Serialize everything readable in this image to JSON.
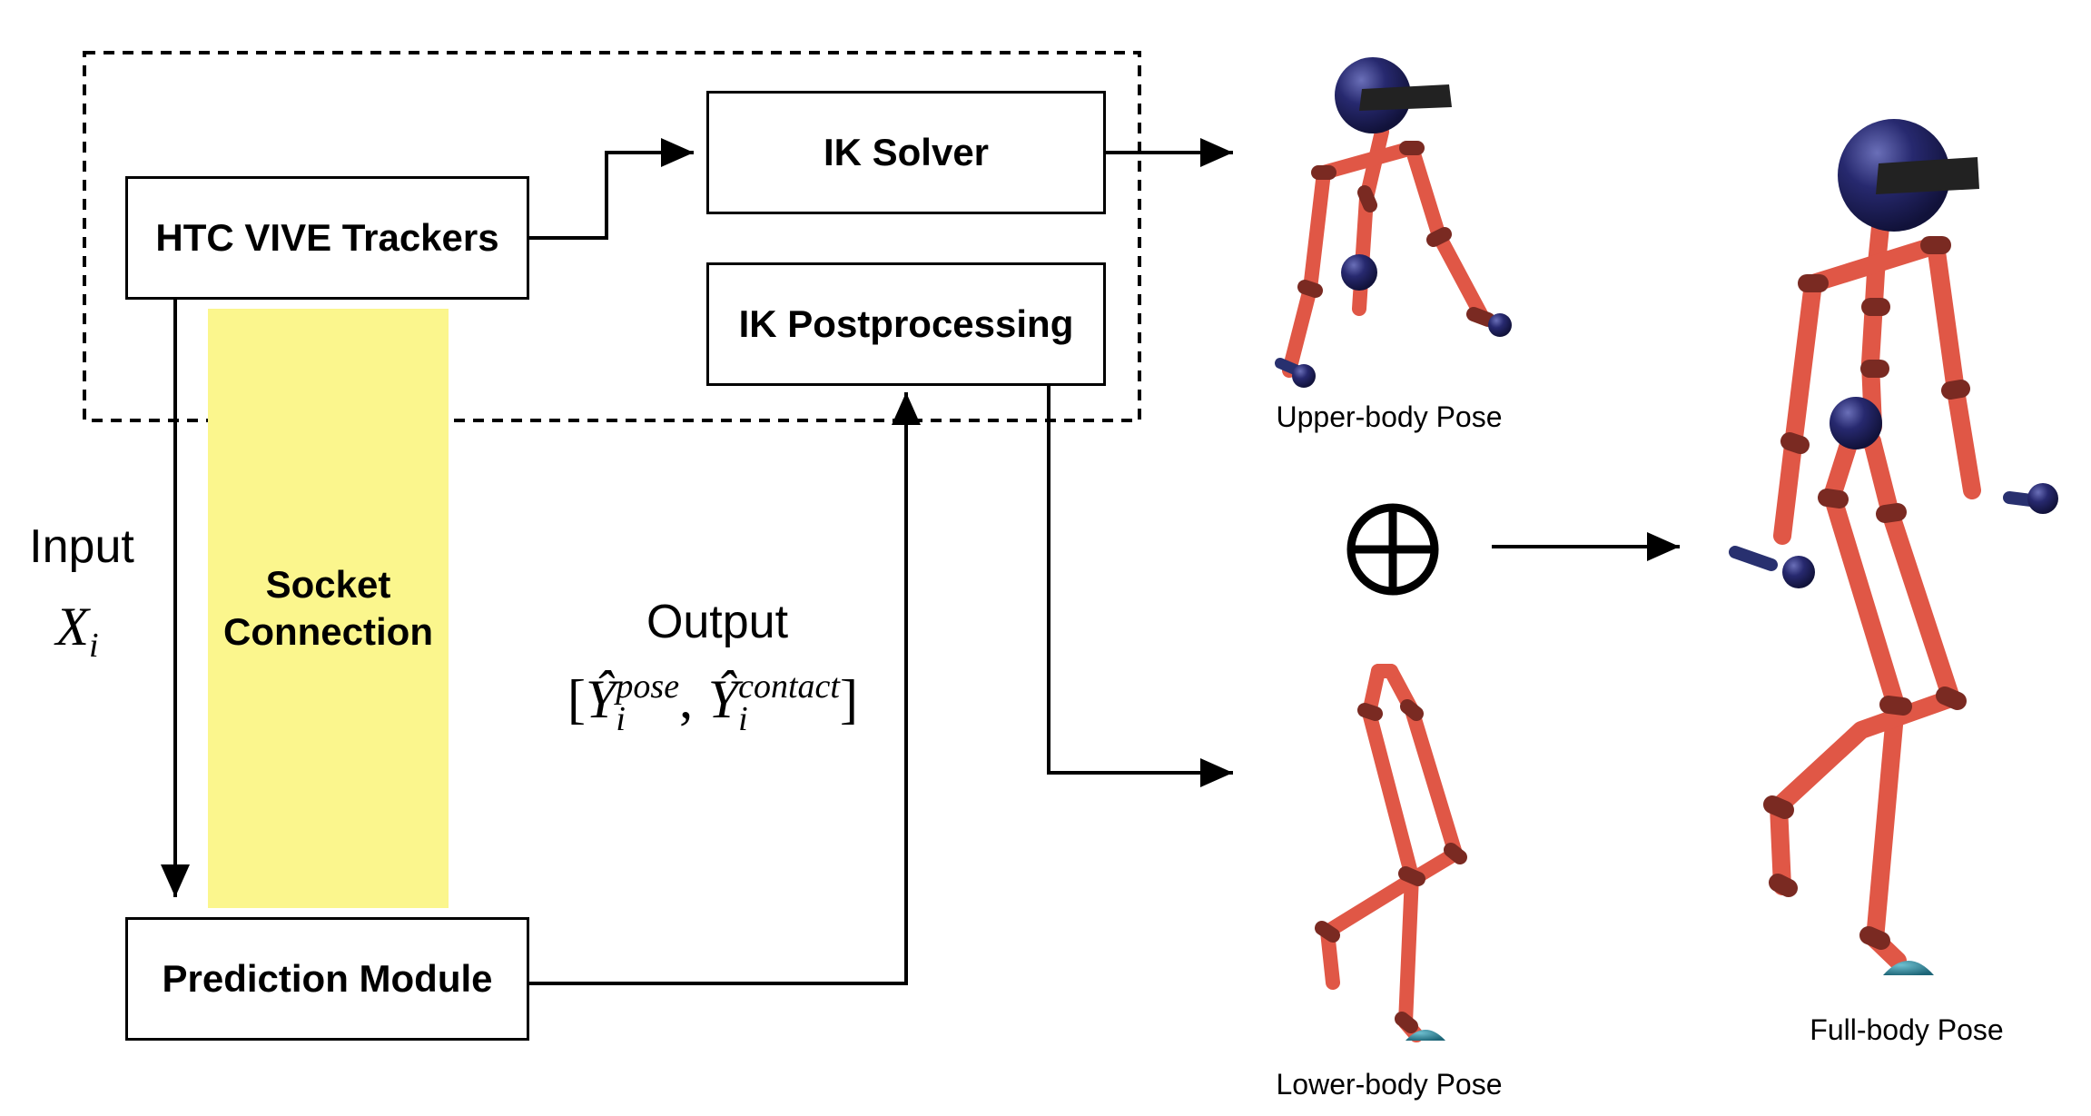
{
  "diagram": {
    "boxes": {
      "trackers": "HTC VIVE Trackers",
      "ik_solver": "IK Solver",
      "ik_post": "IK Postprocessing",
      "prediction": "Prediction Module"
    },
    "socket": {
      "line1": "Socket",
      "line2": "Connection"
    },
    "input": {
      "label": "Input",
      "var": "X",
      "sub": "i"
    },
    "output": {
      "label": "Output",
      "lb": "[",
      "y1": "Ŷ",
      "y1_sup": "pose",
      "y1_sub": "i",
      "comma": ",",
      "y2": "Ŷ",
      "y2_sup": "contact",
      "y2_sub": "i",
      "rb": "]"
    },
    "poses": {
      "upper": "Upper-body Pose",
      "lower": "Lower-body Pose",
      "full": "Full-body Pose"
    },
    "colors": {
      "limb": "#e05746",
      "joint": "#7a2a22",
      "head": "#1c1f5e",
      "foot": "#2e7f93",
      "highlight": "#fbf68d"
    }
  }
}
